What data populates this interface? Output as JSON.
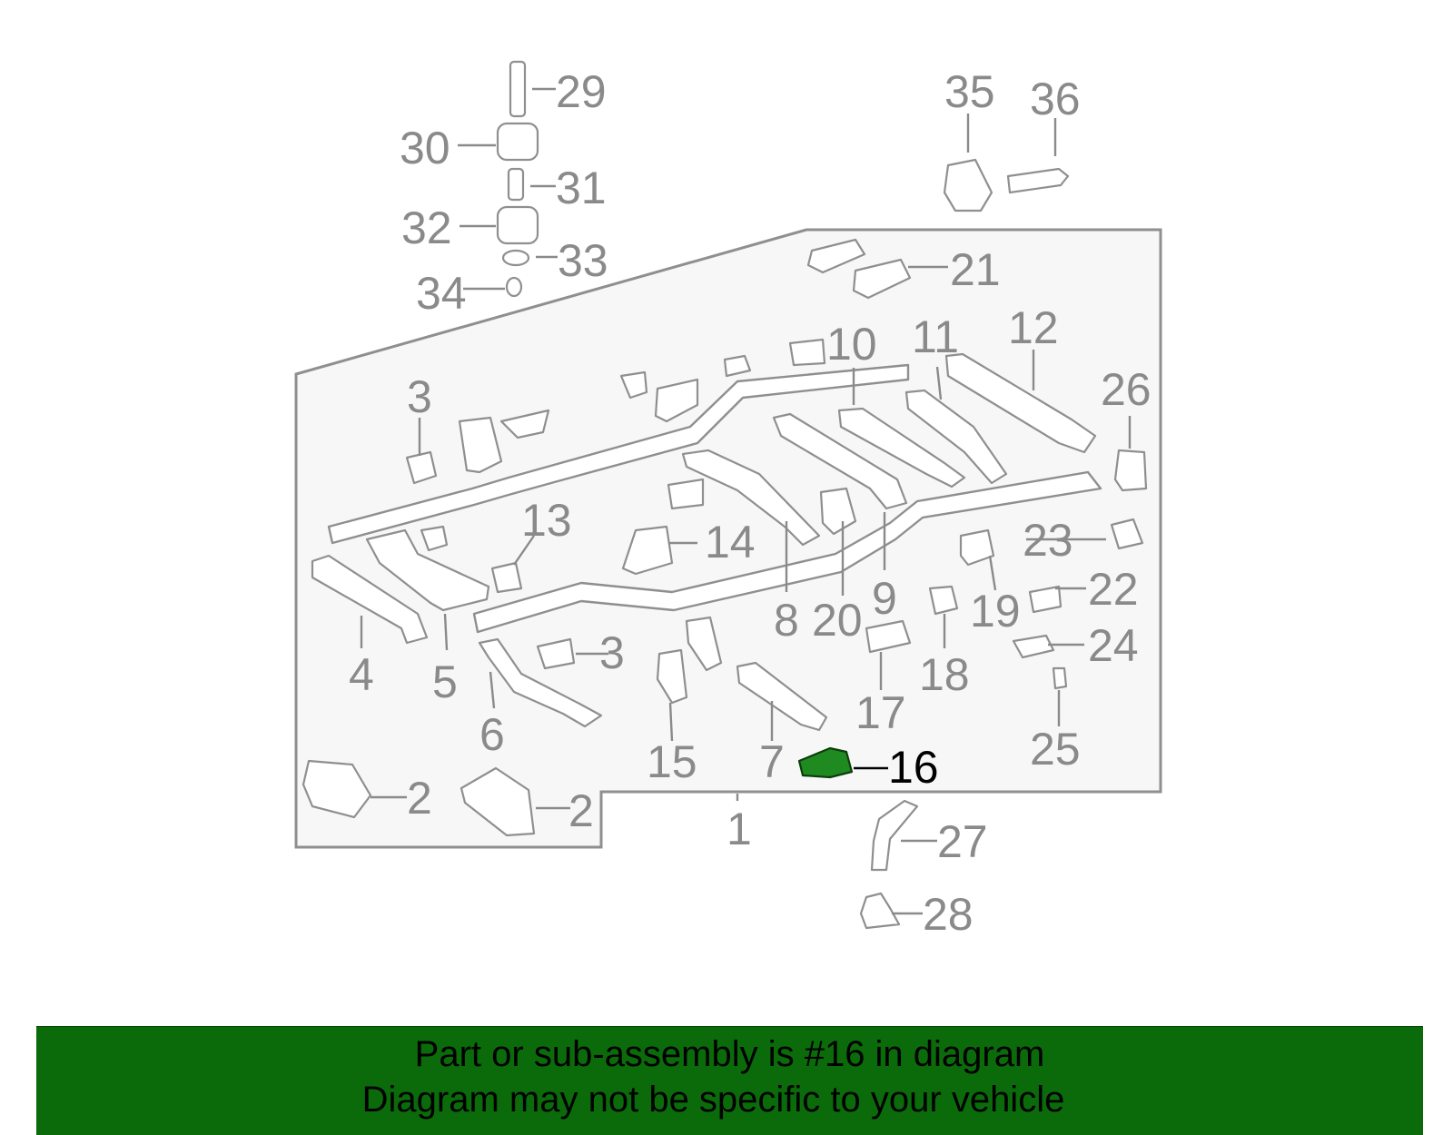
{
  "highlight_color": "#1f8a1f",
  "banner_color": "#0b6b0b",
  "callouts": [
    "1",
    "2",
    "2",
    "3",
    "3",
    "4",
    "5",
    "6",
    "7",
    "8",
    "9",
    "10",
    "11",
    "12",
    "13",
    "14",
    "15",
    "16",
    "17",
    "18",
    "19",
    "20",
    "21",
    "22",
    "23",
    "24",
    "25",
    "26",
    "27",
    "28",
    "29",
    "30",
    "31",
    "32",
    "33",
    "34",
    "35",
    "36"
  ],
  "banner": {
    "line1": "Part or sub-assembly is #16 in diagram",
    "line2": "Diagram may not be specific to your vehicle"
  }
}
